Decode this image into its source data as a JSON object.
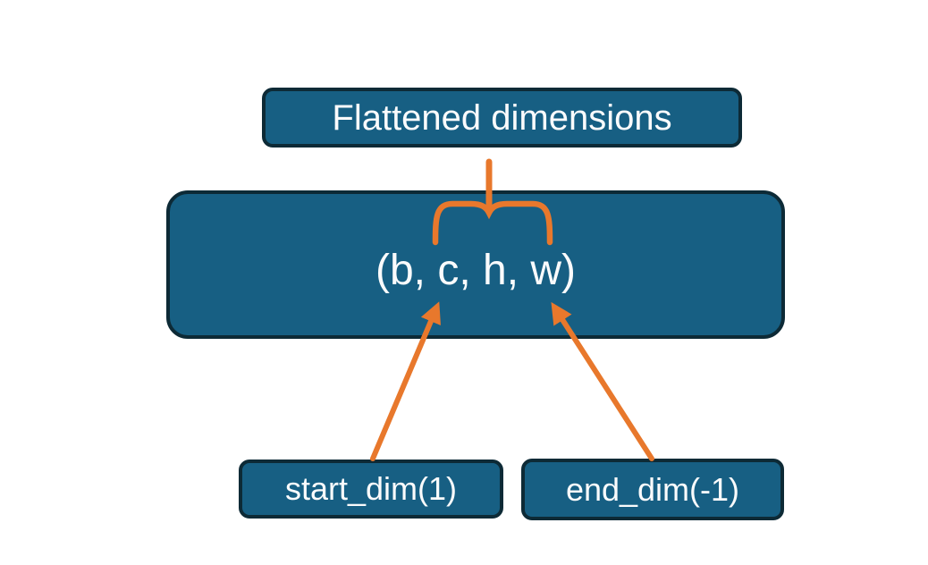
{
  "colors": {
    "node_fill": "#175F83",
    "node_border": "#0D2A36",
    "connector": "#E8782C",
    "label_text": "#FAFBFC",
    "background": "#FFFFFF"
  },
  "nodes": {
    "flattened": {
      "label": "Flattened dimensions"
    },
    "tensor": {
      "label": "(b, c, h, w)"
    },
    "start_dim": {
      "label": "start_dim(1)"
    },
    "end_dim": {
      "label": "end_dim(-1)"
    }
  },
  "icons": {
    "brace": "curly-brace-opening-down",
    "stem": "vertical-connector-line",
    "start_arrow": "arrow-up-right",
    "end_arrow": "arrow-up-left"
  }
}
